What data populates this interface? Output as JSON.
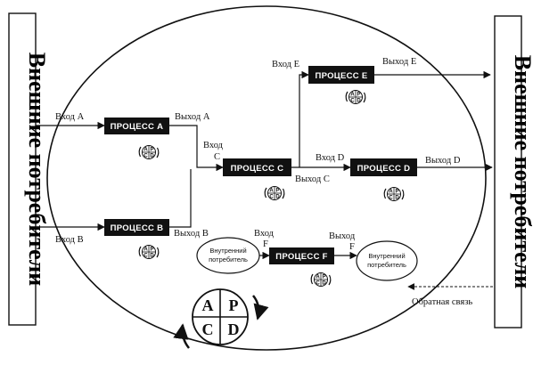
{
  "left_box": {
    "label": "Внешние потребители"
  },
  "right_box": {
    "label": "Внешние потребители"
  },
  "processes": {
    "a": "ПРОЦЕСС  А",
    "b": "ПРОЦЕСС  В",
    "c": "ПРОЦЕСС  С",
    "d": "ПРОЦЕСС  D",
    "e": "ПРОЦЕСС  Е",
    "f": "ПРОЦЕСС  F"
  },
  "labels": {
    "input_a": "Вход А",
    "output_a": "Выход А",
    "input_b": "Вход В",
    "output_b": "Выход В",
    "input_c_1": "Вход",
    "input_c_2": "С",
    "output_c": "Выход С",
    "input_d": "Вход D",
    "output_d": "Выход D",
    "input_e": "Вход Е",
    "output_e": "Выход Е",
    "input_f_1": "Вход",
    "input_f_2": "F",
    "output_f_1": "Выход",
    "output_f_2": "F",
    "feedback": "Обратная связь"
  },
  "internal_consumers": {
    "left_1": "Внутренний",
    "left_2": "потребитель",
    "right_1": "Внутренний",
    "right_2": "потребитель"
  },
  "pdca": {
    "a": "A",
    "p": "P",
    "c": "C",
    "d": "D"
  }
}
